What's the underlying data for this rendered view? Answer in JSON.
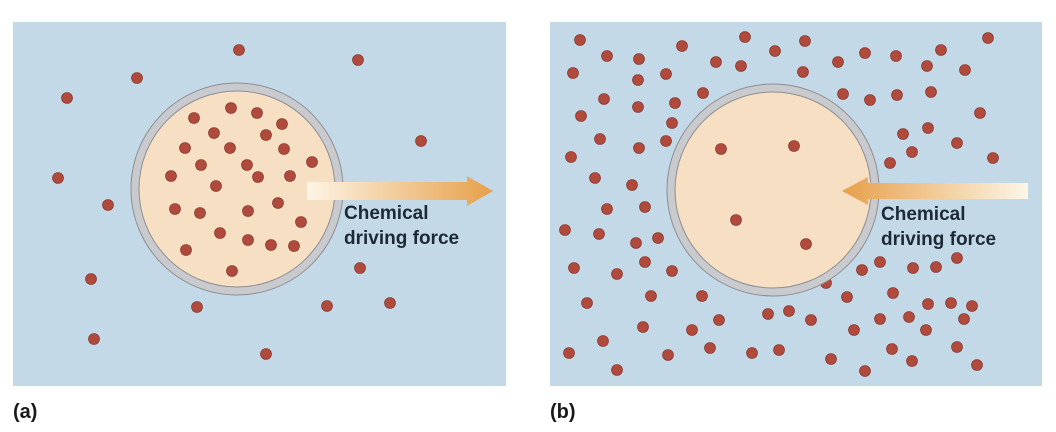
{
  "colors": {
    "background": "#c4d9e8",
    "cell_fill": "#f7dfc3",
    "membrane": "#c9cacd",
    "membrane_edge": "#8c8e93",
    "particle": "#b04a3c",
    "particle_edge": "#7e2c22",
    "arrow_start": "#fdf5e6",
    "arrow_end": "#e6a04a"
  },
  "panels": [
    {
      "id": "a",
      "label": "(a)",
      "arrow_label_line1": "Chemical",
      "arrow_label_line2": "driving force",
      "arrow_direction": "outward"
    },
    {
      "id": "b",
      "label": "(b)",
      "arrow_label_line1": "Chemical",
      "arrow_label_line2": "driving force",
      "arrow_direction": "inward"
    }
  ]
}
